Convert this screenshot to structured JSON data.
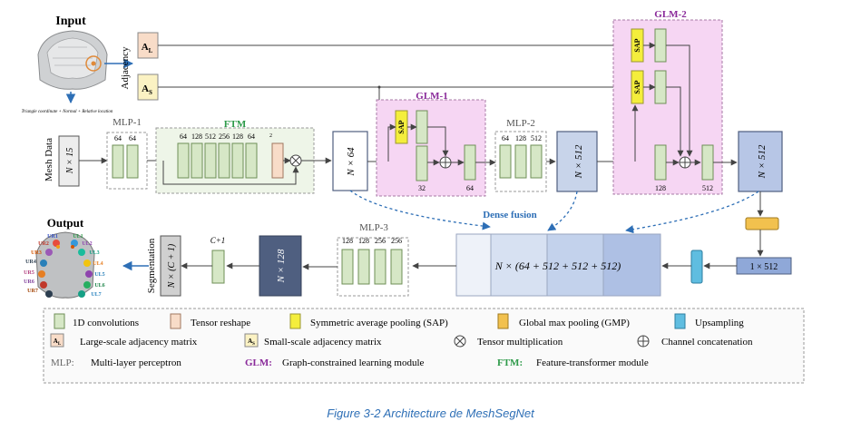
{
  "input": {
    "title": "Input",
    "feature_note": "Triangle coordinate + Normal + Relative location",
    "adjacency_label": "Adjacency",
    "mesh_data_label": "Mesh Data"
  },
  "adjacency": {
    "large": "AL",
    "small": "AS"
  },
  "mlp1": {
    "title": "MLP-1",
    "dims": [
      "64",
      "64"
    ]
  },
  "ftm": {
    "title": "FTM",
    "dims": [
      "64",
      "128",
      "512",
      "256",
      "128",
      "64"
    ],
    "superscript": "2"
  },
  "tensors": {
    "n15": "N × 15",
    "n64": "N × 64",
    "n512": "N × 512",
    "n512b": "N × 512",
    "one512": "1 × 512",
    "concat": "N × (64 + 512 + 512 + 512)",
    "n128": "N × 128",
    "nc1": "N × (C + 1)"
  },
  "glm1": {
    "title": "GLM-1",
    "sap": "SAP",
    "dim_a": "32",
    "dim_b": "64"
  },
  "mlp2": {
    "title": "MLP-2",
    "dims": [
      "64",
      "128",
      "512"
    ]
  },
  "glm2": {
    "title": "GLM-2",
    "sap": "SAP",
    "dim_a": "128",
    "dim_b": "512"
  },
  "dense_fusion": "Dense fusion",
  "mlp3": {
    "title": "MLP-3",
    "dims": [
      "128",
      "128",
      "256",
      "256"
    ]
  },
  "final_conv": "C+1",
  "segmentation": "Segmentation",
  "output": {
    "title": "Output",
    "labels": [
      "UR1",
      "UL1",
      "UR2",
      "UL2",
      "UR3",
      "UL3",
      "UR4",
      "UL4",
      "UR5",
      "UL5",
      "UR6",
      "UL6",
      "UR7",
      "UL7"
    ]
  },
  "legend": {
    "conv": "1D convolutions",
    "reshape": "Tensor reshape",
    "sap": "Symmetric average pooling (SAP)",
    "gmp": "Global max pooling (GMP)",
    "upsampling": "Upsampling",
    "large_adj": "Large-scale adjacency matrix",
    "small_adj": "Small-scale adjacency matrix",
    "tensor_mult": "Tensor multiplication",
    "concat": "Channel concatenation",
    "mlp_key": "MLP:",
    "mlp_desc": "Multi-layer perceptron",
    "glm_key": "GLM:",
    "glm_desc": "Graph-constrained learning module",
    "ftm_key": "FTM:",
    "ftm_desc": "Feature-transformer module"
  },
  "caption": "Figure 3-2 Architecture de MeshSegNet",
  "colors": {
    "conv": "#d6e7c6",
    "conv_stroke": "#6f8f57",
    "reshape": "#f8dcc8",
    "sap": "#f4ee3c",
    "gmp": "#f2c14e",
    "upsample": "#5fbde0",
    "tensor_dark": "#4f5f80",
    "tensor_light": "#c8d4ea",
    "glm_bg": "#f6d6f3",
    "glm_title": "#8a2a9a",
    "ftm_title": "#2e9a4a",
    "dense": "#2e6fb6",
    "caption": "#2e6fb6"
  }
}
